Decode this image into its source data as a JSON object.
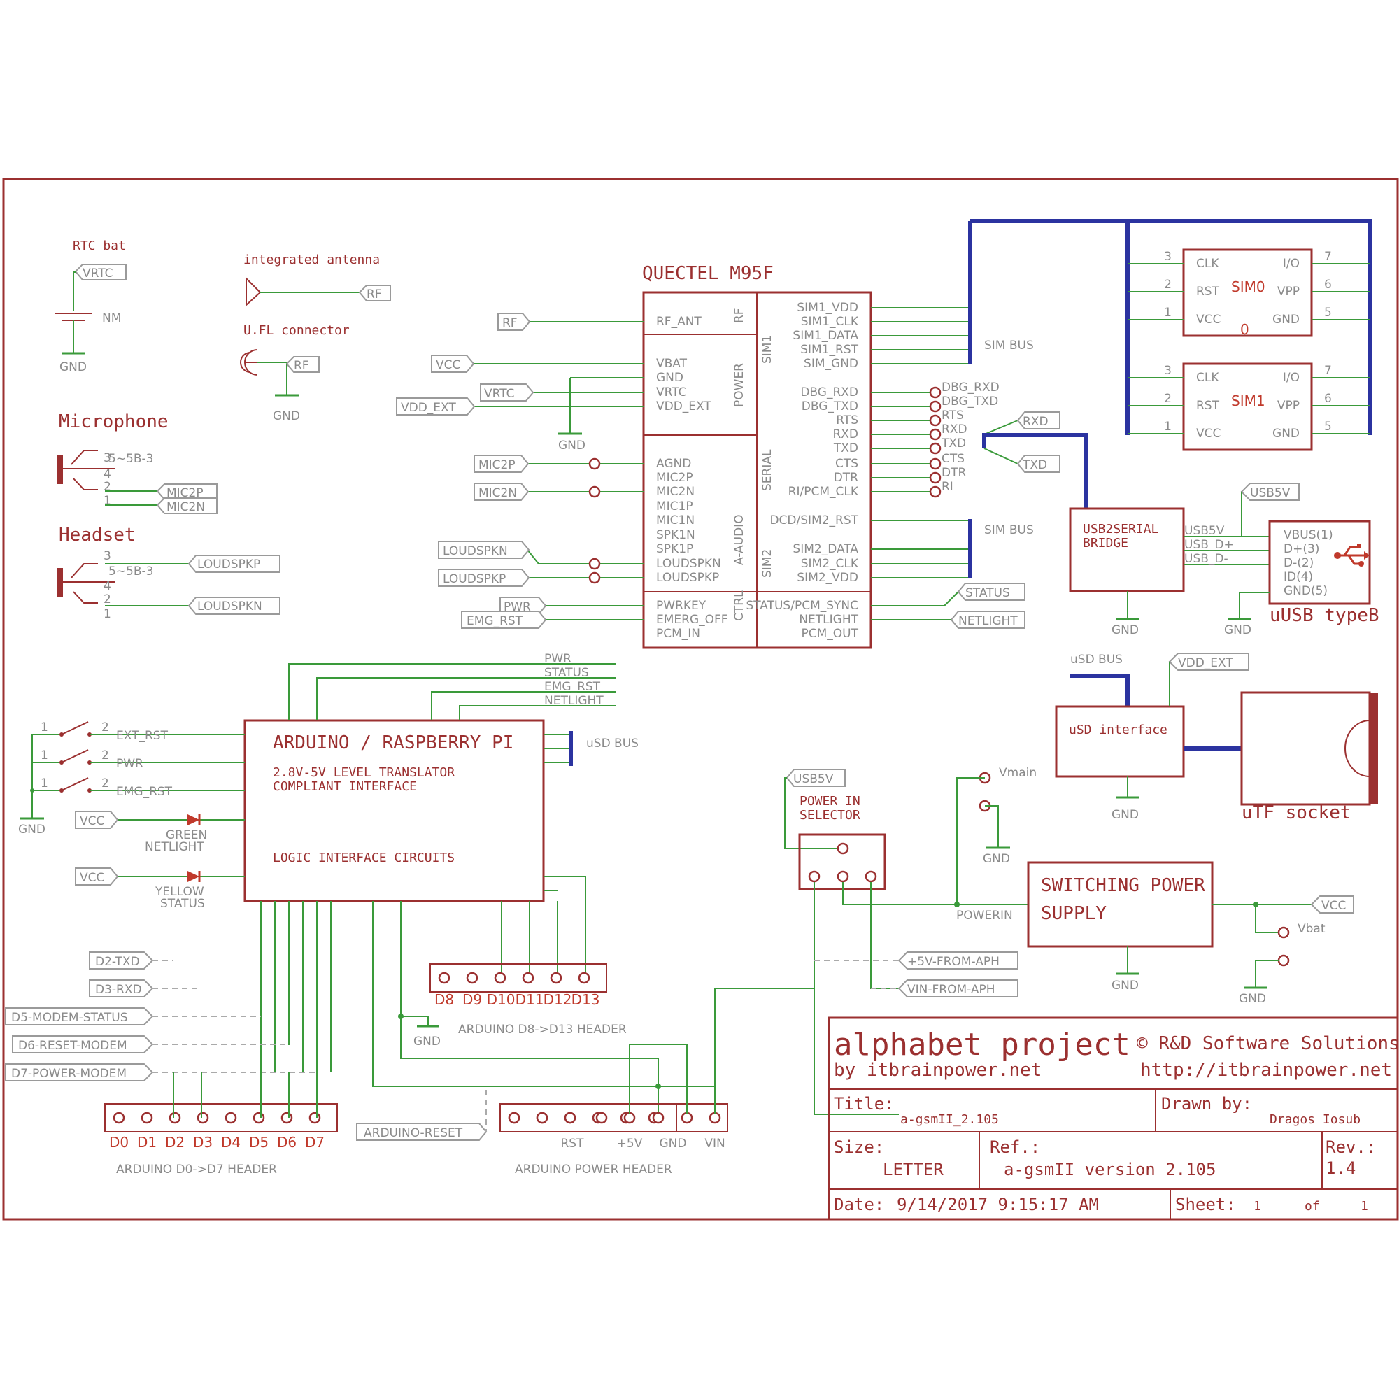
{
  "rtc": {
    "title": "RTC bat",
    "net": "VRTC",
    "part": "NM",
    "gnd": "GND"
  },
  "antenna": {
    "title": "integrated antenna",
    "net": "RF",
    "ufl": "U.FL connector",
    "ufl_net": "RF",
    "gnd": "GND"
  },
  "microphone": {
    "title": "Microphone",
    "jack": "5~5B-3",
    "pins": [
      "3",
      "4",
      "2",
      "1"
    ],
    "nets": [
      "MIC2P",
      "MIC2N"
    ]
  },
  "headset": {
    "title": "Headset",
    "jack": "5~5B-3",
    "pins": [
      "3",
      "4",
      "2",
      "1"
    ],
    "nets": [
      "LOUDSPKP",
      "LOUDSPKN"
    ]
  },
  "module": {
    "title": "QUECTEL M95F",
    "sections": [
      "RF",
      "POWER",
      "A-AUDIO",
      "CTRL",
      "SIM1",
      "SERIAL",
      "SIM2"
    ],
    "left_pins": [
      "RF_ANT",
      "VBAT",
      "GND",
      "VRTC",
      "VDD_EXT",
      "AGND",
      "MIC2P",
      "MIC2N",
      "MIC1P",
      "MIC1N",
      "SPK1N",
      "SPK1P",
      "LOUDSPKN",
      "LOUDSPKP",
      "PWRKEY",
      "EMERG_OFF",
      "PCM_IN"
    ],
    "right_pins": [
      "SIM1_VDD",
      "SIM1_CLK",
      "SIM1_DATA",
      "SIM1_RST",
      "SIM_GND",
      "DBG_RXD",
      "DBG_TXD",
      "RTS",
      "RXD",
      "TXD",
      "CTS",
      "DTR",
      "RI/PCM_CLK",
      "DCD/SIM2_RST",
      "SIM2_DATA",
      "SIM2_CLK",
      "SIM2_VDD",
      "STATUS/PCM_SYNC",
      "NETLIGHT",
      "PCM_OUT"
    ],
    "left_nets": {
      "rf": "RF",
      "vcc": "VCC",
      "vrtc": "VRTC",
      "vddext": "VDD_EXT",
      "gnd": "GND",
      "mic2p": "MIC2P",
      "mic2n": "MIC2N",
      "loudspkn": "LOUDSPKN",
      "loudspkp": "LOUDSPKP",
      "pwr": "PWR",
      "emgrst": "EMG_RST"
    },
    "serial_tp": [
      "DBG_RXD",
      "DBG_TXD",
      "RTS",
      "RXD",
      "TXD",
      "CTS",
      "DTR",
      "RI"
    ],
    "sim_bus": "SIM BUS",
    "sim_bus2": "SIM BUS",
    "serial_nets": [
      "RXD",
      "TXD"
    ],
    "status_nets": [
      "STATUS",
      "NETLIGHT"
    ]
  },
  "sim": [
    {
      "name": "SIM0",
      "suffix": "0",
      "pins": [
        "CLK",
        "I/O",
        "RST",
        "VPP",
        "VCC",
        "GND"
      ],
      "nums": [
        "3",
        "7",
        "2",
        "6",
        "1",
        "5"
      ]
    },
    {
      "name": "SIM1",
      "pins": [
        "CLK",
        "I/O",
        "RST",
        "VPP",
        "VCC",
        "GND"
      ],
      "nums": [
        "3",
        "7",
        "2",
        "6",
        "1",
        "5"
      ]
    }
  ],
  "usb_bridge": {
    "title": "USB2SERIAL",
    "title2": "BRIDGE",
    "pins": [
      "USB5V",
      "USB_D+",
      "USB_D-"
    ],
    "gnd": "GND",
    "net": "USB5V"
  },
  "usb_conn": {
    "title": "uUSB typeB",
    "pins": [
      "VBUS(1)",
      "D+(3)",
      "D-(2)",
      "ID(4)",
      "GND(5)"
    ],
    "gnd": "GND"
  },
  "arduino": {
    "title": "ARDUINO / RASPBERRY PI",
    "line1": "2.8V-5V LEVEL TRANSLATOR",
    "line2": "COMPLIANT INTERFACE",
    "line3": "LOGIC INTERFACE CIRCUITS",
    "top_nets": [
      "PWR",
      "STATUS",
      "EMG_RST",
      "NETLIGHT"
    ],
    "usd_bus": "uSD BUS",
    "switches": [
      "EXT_RST",
      "PWR",
      "EMG_RST"
    ],
    "sw_nums": [
      "1",
      "2"
    ],
    "gnd": "GND",
    "leds": [
      {
        "net": "VCC",
        "name": "GREEN",
        "sig": "NETLIGHT"
      },
      {
        "net": "VCC",
        "name": "YELLOW",
        "sig": "STATUS"
      }
    ]
  },
  "d_nets": [
    "D2-TXD",
    "D3-RXD",
    "D5-MODEM-STATUS",
    "D6-RESET-MODEM",
    "D7-POWER-MODEM"
  ],
  "header_d0": {
    "pins": [
      "D0",
      "D1",
      "D2",
      "D3",
      "D4",
      "D5",
      "D6",
      "D7"
    ],
    "title": "ARDUINO D0->D7 HEADER"
  },
  "header_d8": {
    "pins": [
      "D8",
      "D9",
      "D10",
      "D11",
      "D12",
      "D13"
    ],
    "title": "ARDUINO D8->D13 HEADER",
    "gnd": "GND"
  },
  "header_pwr": {
    "pins": [
      "RST",
      "+5V",
      "GND",
      "VIN"
    ],
    "title": "ARDUINO POWER HEADER",
    "reset": "ARDUINO-RESET"
  },
  "usd": {
    "bus": "uSD BUS",
    "title": "uSD interface",
    "net": "VDD_EXT",
    "gnd": "GND",
    "socket": "uTF socket"
  },
  "power": {
    "selector_net": "USB5V",
    "selector1": "POWER IN",
    "selector2": "SELECTOR",
    "vmain": "Vmain",
    "gnd": "GND",
    "powerin": "POWERIN",
    "sps1": "SWITCHING POWER",
    "sps2": "SUPPLY",
    "vcc": "VCC",
    "vbat": "Vbat",
    "aph": [
      "+5V-FROM-APH",
      "VIN-FROM-APH"
    ]
  },
  "titleblock": {
    "project": "alphabet project",
    "by": "by itbrainpower.net",
    "copyright": "© R&D Software Solutions",
    "url": "http://itbrainpower.net",
    "title_lbl": "Title:",
    "title": "a-gsmII_2.105",
    "drawn_lbl": "Drawn by:",
    "drawn": "Dragos Iosub",
    "size_lbl": "Size:",
    "size": "LETTER",
    "ref_lbl": "Ref.:",
    "ref": "a-gsmII version 2.105",
    "rev_lbl": "Rev.:",
    "rev": "1.4",
    "date_lbl": "Date:",
    "date": "9/14/2017 9:15:17 AM",
    "sheet_lbl": "Sheet:",
    "sheet": "1",
    "of": "of",
    "sheets": "1"
  }
}
